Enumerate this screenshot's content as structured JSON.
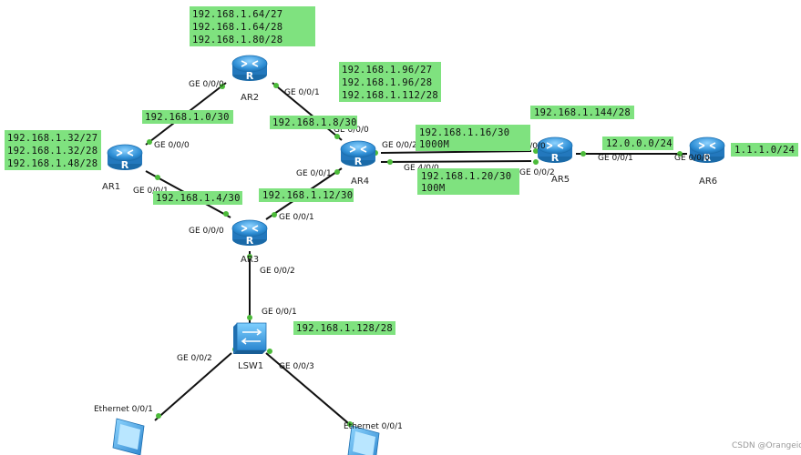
{
  "devices": {
    "ar1": "AR1",
    "ar2": "AR2",
    "ar3": "AR3",
    "ar4": "AR4",
    "ar5": "AR5",
    "ar6": "AR6",
    "lsw1": "LSW1"
  },
  "ports": {
    "ar2_g000": "GE 0/0/0",
    "ar2_g001": "GE 0/0/1",
    "ar1_g000": "GE 0/0/0",
    "ar1_g001": "GE 0/0/1",
    "ar4_g000": "GE 0/0/0",
    "ar4_g002": "GE 0/0/2",
    "ar4_g001": "GE 0/0/1",
    "ar4_g400": "GE 4/0/0",
    "ar3_g000": "GE 0/0/0",
    "ar3_g001": "GE 0/0/1",
    "ar3_g002": "GE 0/0/2",
    "ar5_g000": "GE 0/0/0",
    "ar5_g002": "GE 0/0/2",
    "ar5_g001": "GE 0/0/1",
    "ar6_g000": "GE 0/0/0",
    "lsw1_g001": "GE 0/0/1",
    "lsw1_g002": "GE 0/0/2",
    "lsw1_g003": "GE 0/0/3",
    "pc1_eth": "Ethernet 0/0/1",
    "pc2_eth": "Ethernet 0/0/1"
  },
  "networks": {
    "ar2_lan": [
      "192.168.1.64/27",
      "192.168.1.64/28",
      "192.168.1.80/28"
    ],
    "ar1_lan": [
      "192.168.1.32/27",
      "192.168.1.32/28",
      "192.168.1.48/28"
    ],
    "ar4_lan": [
      "192.168.1.96/27",
      "192.168.1.96/28",
      "192.168.1.112/28"
    ],
    "ar5_lan": "192.168.1.144/28",
    "link_ar1_ar2": "192.168.1.0/30",
    "link_ar2_ar4": "192.168.1.8/30",
    "link_ar4_ar5_a": [
      "192.168.1.16/30",
      "1000M"
    ],
    "link_ar4_ar5_b": [
      "192.168.1.20/30",
      "100M"
    ],
    "link_ar1_ar3": "192.168.1.4/30",
    "link_ar3_ar4": "192.168.1.12/30",
    "link_ar5_ar6": "12.0.0.0/24",
    "ar6_lan": "1.1.1.0/24",
    "lsw_lan": "192.168.1.128/28"
  },
  "watermark": "CSDN @Orangeio",
  "colors": {
    "net_box": "#7fe27f",
    "port_dot": "#4cbb3a",
    "router": "#2f8fd6"
  },
  "icons": {
    "router": "router-icon",
    "switch": "switch-icon",
    "pc": "pc-icon"
  }
}
